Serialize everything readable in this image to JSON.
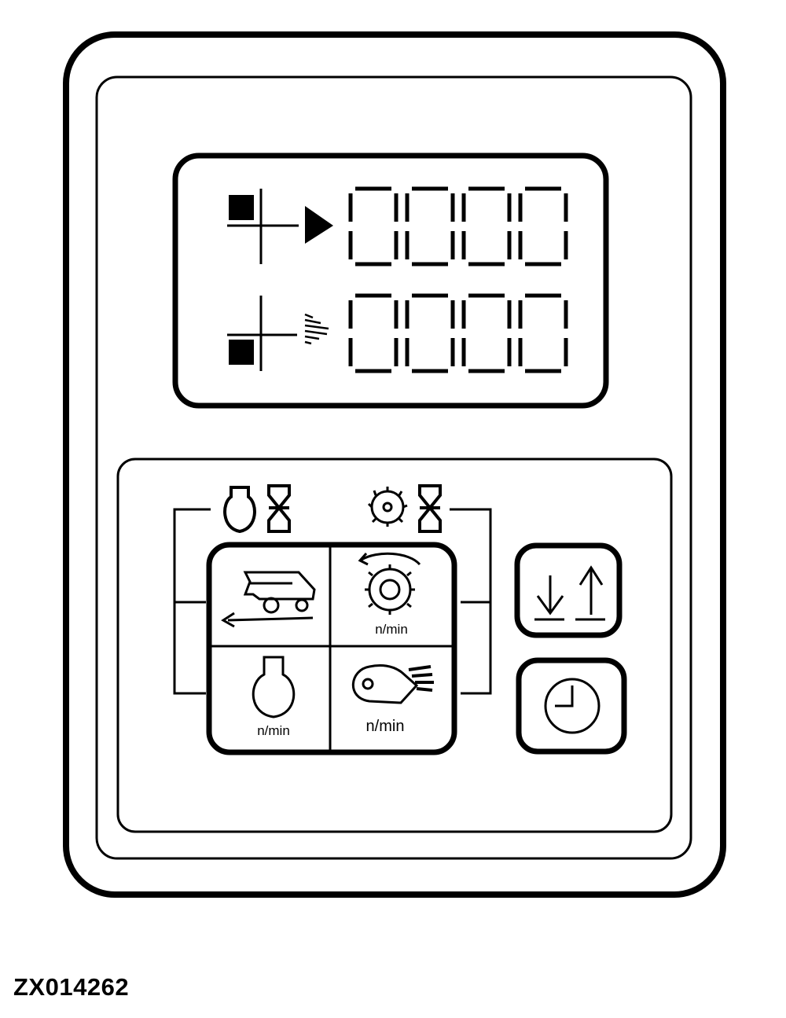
{
  "figure_id": "ZX014262",
  "display": {
    "row1": {
      "indicator": "current-value-arrow-icon",
      "digits": "0000"
    },
    "row2": {
      "indicator": "preset-value-arrow-icon",
      "digits": "0000"
    }
  },
  "keypad": {
    "hour_meter_labels": [
      "engine-hourglass-icon",
      "separator-hourglass-icon"
    ],
    "keys": [
      {
        "name": "ground-speed-key",
        "icon": "combine-icon",
        "unit": ""
      },
      {
        "name": "rotor-speed-key",
        "icon": "rotor-icon",
        "unit": "n/min"
      },
      {
        "name": "engine-speed-key",
        "icon": "engine-icon",
        "unit": "n/min"
      },
      {
        "name": "fan-speed-key",
        "icon": "fan-icon",
        "unit": "n/min"
      }
    ],
    "side_keys": [
      {
        "name": "lower-raise-key",
        "icon": "down-up-arrows-icon"
      },
      {
        "name": "clock-key",
        "icon": "clock-icon"
      }
    ]
  }
}
